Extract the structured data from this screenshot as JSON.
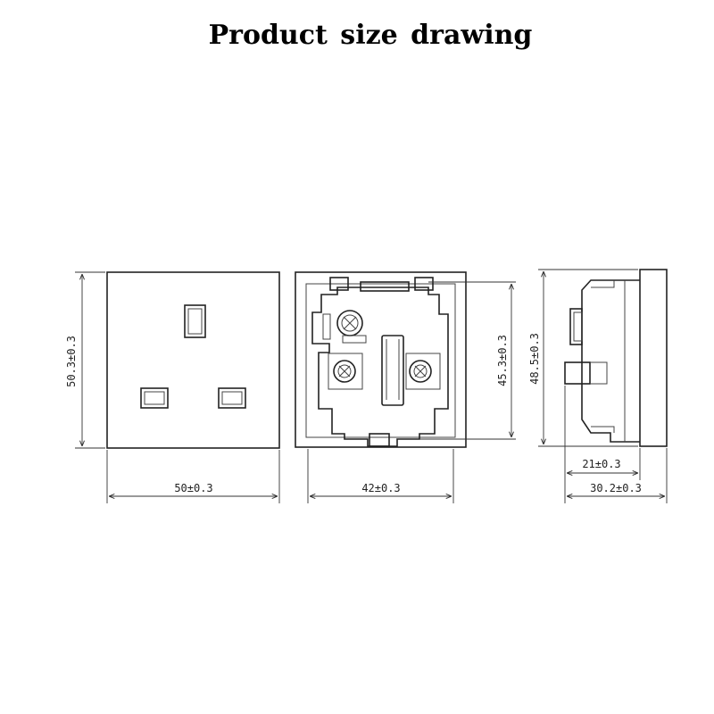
{
  "title": "Product size drawing",
  "dimensions": {
    "front_height": "50.3±0.3",
    "front_width": "50±0.3",
    "back_width": "42±0.3",
    "back_height_inner": "45.3±0.3",
    "back_height_outer": "48.5±0.3",
    "side_depth_body": "21±0.3",
    "side_depth_total": "30.2±0.3"
  }
}
